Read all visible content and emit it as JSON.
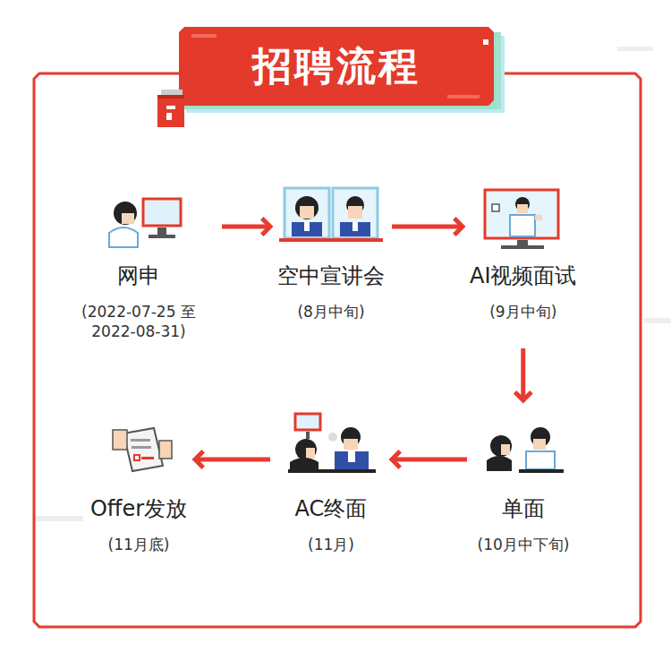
{
  "diagram": {
    "title": "招聘流程",
    "nodes": [
      {
        "text": [
          "网申",
          "(2022-07-25 至2022-08-31)"
        ]
      },
      {
        "text": [
          "空中宣讲会",
          "(8月中旬)"
        ]
      },
      {
        "text": [
          "AI视频面试",
          "(9月中旬)"
        ]
      },
      {
        "text": [
          "单面",
          "(10月中下旬)"
        ]
      },
      {
        "text": [
          "AC终面",
          "(11月)"
        ]
      },
      {
        "text": [
          "Offer发放",
          "(11月底)"
        ]
      }
    ],
    "edges": [
      {
        "from": 0,
        "to": 1,
        "arrow": "to"
      },
      {
        "from": 1,
        "to": 2,
        "arrow": "to"
      },
      {
        "from": 2,
        "to": 3,
        "arrow": "to"
      },
      {
        "from": 3,
        "to": 4,
        "arrow": "to"
      },
      {
        "from": 4,
        "to": 5,
        "arrow": "to"
      }
    ]
  }
}
